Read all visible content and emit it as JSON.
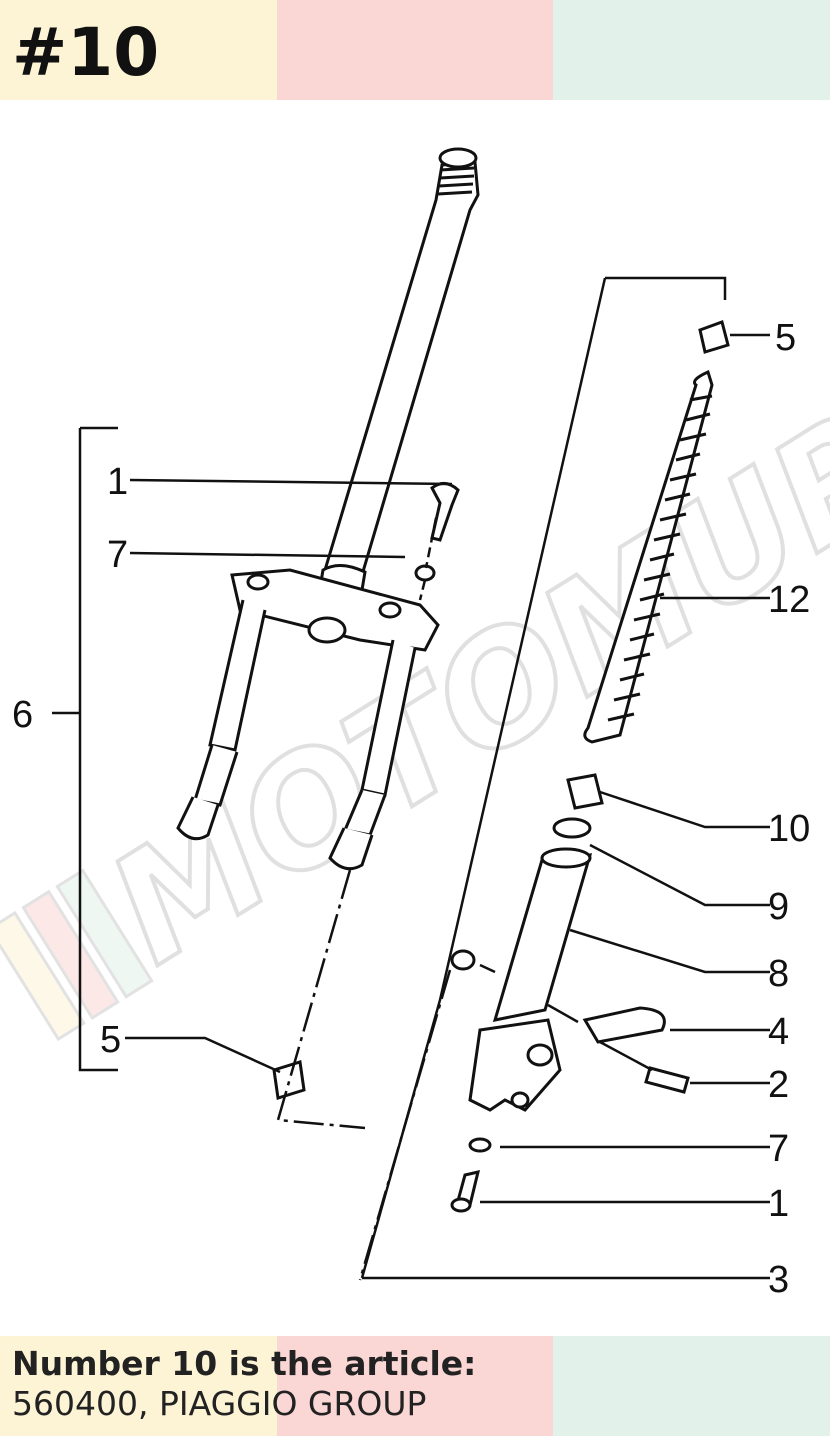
{
  "page": {
    "item_number": "#10",
    "caption_label": "Number 10 is the article:",
    "caption_value": "560400, PIAGGIO GROUP",
    "band_colors": [
      "#fdf4d5",
      "#fad7d5",
      "#e2f1e9"
    ]
  },
  "watermark": {
    "text": "MOTOMURCIA"
  },
  "callouts": [
    "1",
    "7",
    "6",
    "5",
    "5",
    "12",
    "10",
    "9",
    "8",
    "4",
    "2",
    "7",
    "1",
    "3"
  ]
}
